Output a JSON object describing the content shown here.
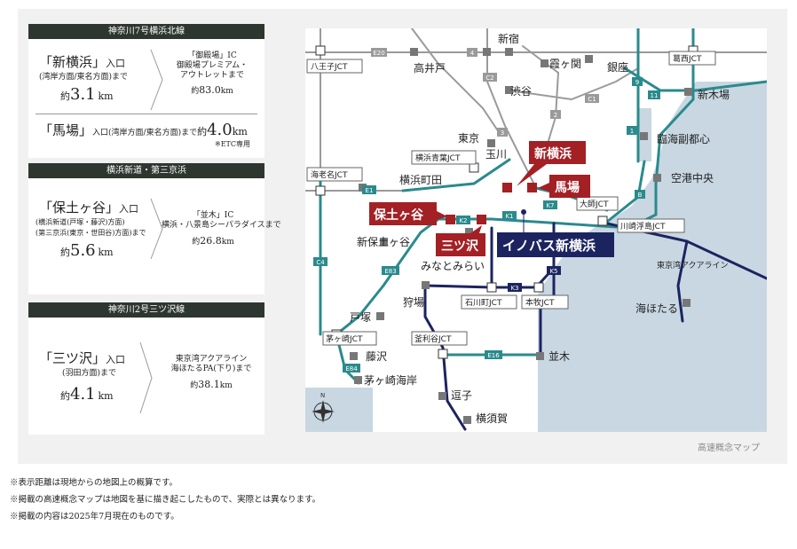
{
  "sections": [
    {
      "header": "神奈川7号横浜北線",
      "rows": [
        {
          "entry_name": "「新横浜」",
          "entry_suffix": "入口",
          "entry_detail": "(湾岸方面/東名方面)まで",
          "approx": "約",
          "distance": "3.1",
          "unit": "km",
          "dest_lines": [
            "「御殿場」IC",
            "御殿場プレミアム・",
            "アウトレットまで"
          ],
          "dest_approx": "約",
          "dest_distance": "83.0",
          "dest_unit": "km"
        },
        {
          "entry_name": "「馬場」",
          "entry_suffix": "入口",
          "entry_detail": "(湾岸方面/東名方面)まで",
          "approx": "約",
          "distance": "4.0",
          "unit": "km",
          "note": "※ETC専用"
        }
      ]
    },
    {
      "header": "横浜新道・第三京浜",
      "rows": [
        {
          "entry_name": "「保土ヶ谷」",
          "entry_suffix": "入口",
          "entry_detail_lines": [
            "(横浜新道(戸塚・藤沢)方面)",
            "(第三京浜(東京・世田谷)方面)まで"
          ],
          "approx": "約",
          "distance": "5.6",
          "unit": "km",
          "dest_lines": [
            "「並木」IC",
            "横浜・八景島シーパラダイスまで"
          ],
          "dest_approx": "約",
          "dest_distance": "26.8",
          "dest_unit": "km"
        }
      ]
    },
    {
      "header": "神奈川2号三ツ沢線",
      "rows": [
        {
          "entry_name": "「三ツ沢」",
          "entry_suffix": "入口",
          "entry_detail": "(羽田方面)まで",
          "approx": "約",
          "distance": "4.1",
          "unit": "km",
          "dest_lines": [
            "東京湾アクアライン",
            "海ほたるPA(下り)まで"
          ],
          "dest_approx": "約",
          "dest_distance": "38.1",
          "dest_unit": "km"
        }
      ]
    }
  ],
  "map": {
    "caption": "高速概念マップ",
    "colors": {
      "teal": "#2a8a8c",
      "navy": "#1c2460",
      "red": "#a32024",
      "sea": "#c8d7e2",
      "gray": "#9a9a9a"
    },
    "jct_labels": {
      "hachioji": "八王子JCT",
      "ebina": "海老名JCT",
      "yokohama_aoba": "横浜青葉JCT",
      "kasai": "葛西JCT",
      "daishi": "大師JCT",
      "kawasaki_ukishima": "川崎浮島JCT",
      "ishikawacho": "石川町JCT",
      "honmoku": "本牧JCT",
      "chigasaki": "茅ヶ崎JCT",
      "kamariya": "釜利谷JCT"
    },
    "place_labels": {
      "shinjuku": "新宿",
      "takaido": "高井戸",
      "kasumigaseki": "霞ヶ関",
      "ginza": "銀座",
      "shibuya": "渋谷",
      "shinkiba": "新木場",
      "rinkai": "臨海副都心",
      "tokyo": "東京",
      "tamagawa": "玉川",
      "yokohama_machida": "横浜町田",
      "kuko_chuo": "空港中央",
      "shin_hodogaya": "新保土ヶ谷",
      "minatomirai": "みなとみらい",
      "totsuka": "戸塚",
      "kariba": "狩場",
      "fujisawa": "藤沢",
      "chigasaki_kaigan": "茅ヶ崎海岸",
      "namiki": "並木",
      "zushi": "逗子",
      "yokosuka": "横須賀",
      "umihotaru": "海ほたる",
      "aqualine": "東京湾アクアライン"
    },
    "ic_labels": {
      "shin_yokohama": "新横浜",
      "baba": "馬場",
      "hodogaya": "保土ヶ谷",
      "mitsuzawa": "三ツ沢"
    },
    "property_label": "イノバス新横浜",
    "route_codes": [
      "E20",
      "4",
      "C2",
      "2",
      "C1",
      "11",
      "9",
      "1",
      "3",
      "E1",
      "K7",
      "B",
      "K1",
      "K2",
      "E83",
      "C4",
      "K5",
      "K3",
      "E84",
      "E16"
    ]
  },
  "footnotes": [
    "※表示距離は現地からの地図上の概算です。",
    "※掲載の高速概念マップは地図を基に描き起こしたもので、実際とは異なります。",
    "※掲載の内容は2025年7月現在のものです。"
  ]
}
